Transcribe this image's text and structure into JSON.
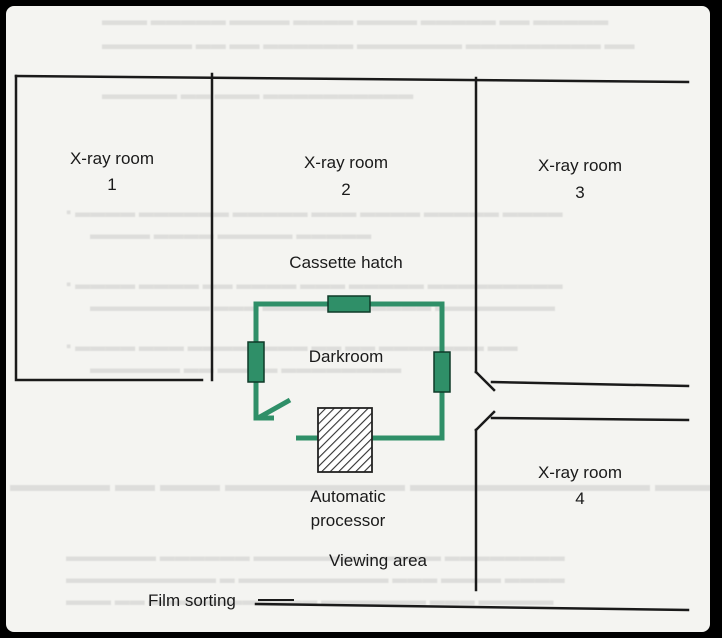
{
  "rooms": {
    "xray1": {
      "name": "X-ray room",
      "number": "1"
    },
    "xray2": {
      "name": "X-ray room",
      "number": "2"
    },
    "xray3": {
      "name": "X-ray room",
      "number": "3"
    },
    "xray4": {
      "name": "X-ray room",
      "number": "4"
    }
  },
  "labels": {
    "cassette_hatch": "Cassette hatch",
    "darkroom": "Darkroom",
    "processor_line1": "Automatic",
    "processor_line2": "processor",
    "viewing_area": "Viewing area",
    "film_sorting": "Film sorting"
  },
  "colors": {
    "darkroom_wall": "#2f8f68",
    "fixture_fill": "#2f8f68",
    "walls": "#1a1a1a",
    "background": "#f4f4f1"
  }
}
